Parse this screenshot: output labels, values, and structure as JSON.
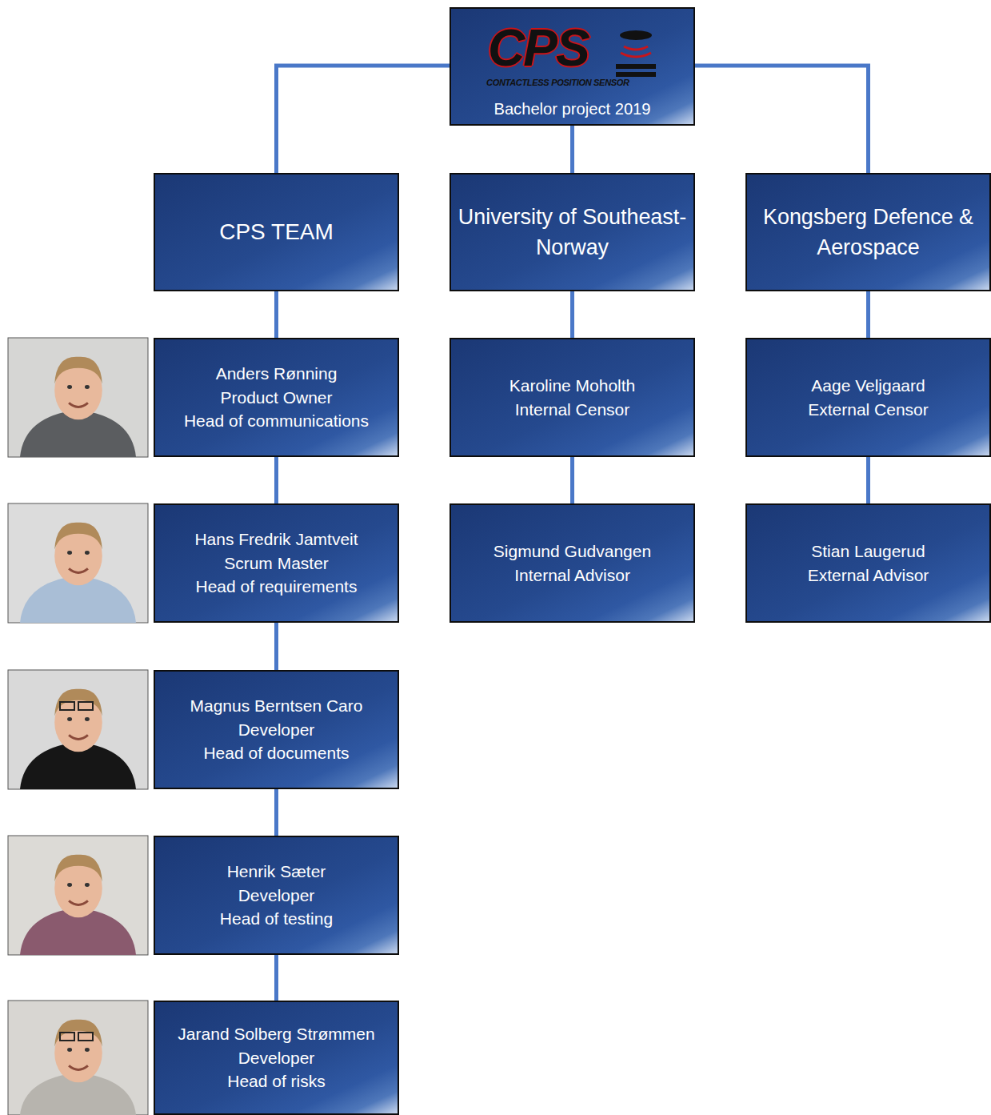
{
  "diagram": {
    "nodes": [
      {
        "text": [
          "CPS",
          "CONTACTLESS POSITION SENSOR",
          "Bachelor project 2019"
        ]
      },
      {
        "text": [
          "CPS TEAM"
        ]
      },
      {
        "text": [
          "University of Southeast-Norway"
        ]
      },
      {
        "text": [
          "Kongsberg Defence & Aerospace"
        ]
      },
      {
        "text": [
          "Anders Rønning",
          "Product Owner",
          "Head of communications"
        ]
      },
      {
        "text": [
          "Hans Fredrik Jamtveit",
          "Scrum Master",
          "Head of requirements"
        ]
      },
      {
        "text": [
          "Magnus Berntsen Caro",
          "Developer",
          "Head of documents"
        ]
      },
      {
        "text": [
          "Henrik Sæter",
          "Developer",
          "Head of testing"
        ]
      },
      {
        "text": [
          "Jarand Solberg Strømmen",
          "Developer",
          "Head of risks"
        ]
      },
      {
        "text": [
          "Karoline Moholth",
          "Internal Censor"
        ]
      },
      {
        "text": [
          "Sigmund Gudvangen",
          "Internal Advisor"
        ]
      },
      {
        "text": [
          "Aage Veljgaard",
          "External Censor"
        ]
      },
      {
        "text": [
          "Stian Laugerud",
          "External Advisor"
        ]
      }
    ],
    "edges": [
      {
        "from": 0,
        "to": 1,
        "arrow": "none"
      },
      {
        "from": 0,
        "to": 2,
        "arrow": "none"
      },
      {
        "from": 0,
        "to": 3,
        "arrow": "none"
      },
      {
        "from": 1,
        "to": 4,
        "arrow": "none"
      },
      {
        "from": 4,
        "to": 5,
        "arrow": "none"
      },
      {
        "from": 5,
        "to": 6,
        "arrow": "none"
      },
      {
        "from": 6,
        "to": 7,
        "arrow": "none"
      },
      {
        "from": 7,
        "to": 8,
        "arrow": "none"
      },
      {
        "from": 2,
        "to": 9,
        "arrow": "none"
      },
      {
        "from": 9,
        "to": 10,
        "arrow": "none"
      },
      {
        "from": 3,
        "to": 11,
        "arrow": "none"
      },
      {
        "from": 11,
        "to": 12,
        "arrow": "none"
      }
    ]
  }
}
